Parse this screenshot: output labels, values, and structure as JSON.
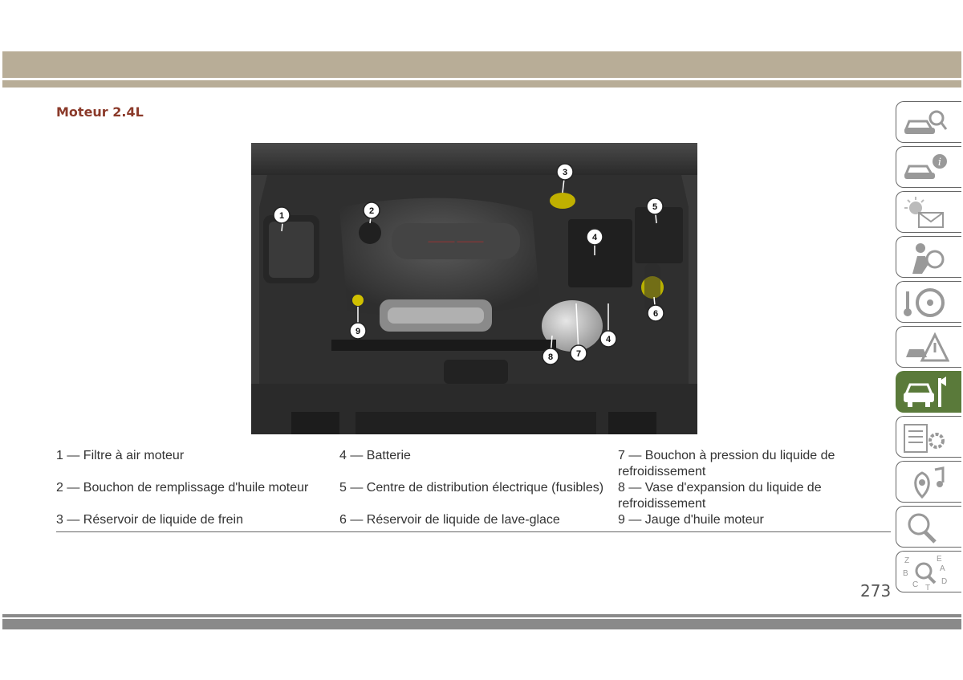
{
  "section": {
    "title": "Moteur 2.4L"
  },
  "photo": {
    "callouts": [
      "1",
      "2",
      "3",
      "4",
      "5",
      "6",
      "7",
      "4",
      "8",
      "9"
    ]
  },
  "legend": {
    "col1": [
      "1 — Filtre à air moteur",
      "2 — Bouchon de remplissage d'huile moteur",
      "3 — Réservoir de liquide de frein"
    ],
    "col2": [
      "4 — Batterie",
      "5 — Centre de distribution électrique (fusibles)",
      "6 — Réservoir de liquide de lave-glace"
    ],
    "col3": [
      "7 — Bouchon à pression du liquide de refroidissement",
      "8 — Vase d'expansion du liquide de refroidissement",
      "9 — Jauge d'huile moteur"
    ]
  },
  "page_number": "273",
  "index_letters": [
    "Z",
    "E",
    "A",
    "B",
    "D",
    "C",
    "T"
  ],
  "side_tabs": [
    {
      "icon": "car-search-icon"
    },
    {
      "icon": "car-info-icon"
    },
    {
      "icon": "warning-light-message-icon"
    },
    {
      "icon": "airbag-person-icon"
    },
    {
      "icon": "steering-wheel-icon"
    },
    {
      "icon": "car-hazard-icon"
    },
    {
      "icon": "car-wrench-icon",
      "active": true
    },
    {
      "icon": "specs-gear-icon"
    },
    {
      "icon": "multimedia-icon"
    },
    {
      "icon": "magnifier-icon"
    },
    {
      "icon": "index-letters-icon"
    }
  ],
  "colors": {
    "accent": "#8b3a2a",
    "band": "#b8ad97",
    "active_tab": "#5a7a3a"
  }
}
